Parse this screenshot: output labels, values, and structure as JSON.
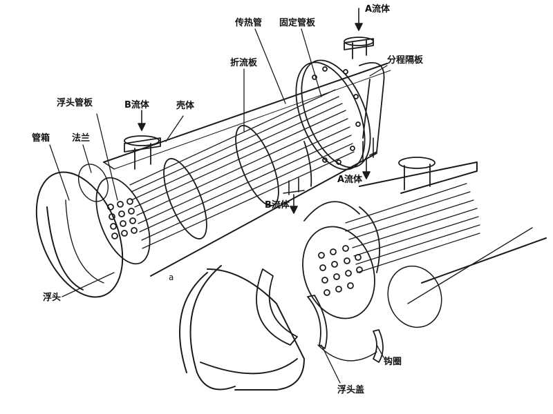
{
  "diagram": {
    "labels": {
      "a_fluid_in": "A流体",
      "a_fluid_out": "A流体",
      "b_fluid_in": "B流体",
      "b_fluid_out": "B流体",
      "heat_tube": "传热管",
      "fixed_tubesheet": "固定管板",
      "pass_partition": "分程隔板",
      "baffle": "折流板",
      "shell": "壳体",
      "floating_tubesheet": "浮头管板",
      "channel_box": "管箱",
      "flange": "法兰",
      "floating_head": "浮头",
      "figure_letter": "a",
      "hook_ring": "钩圈",
      "floating_head_cover": "浮头盖"
    }
  }
}
